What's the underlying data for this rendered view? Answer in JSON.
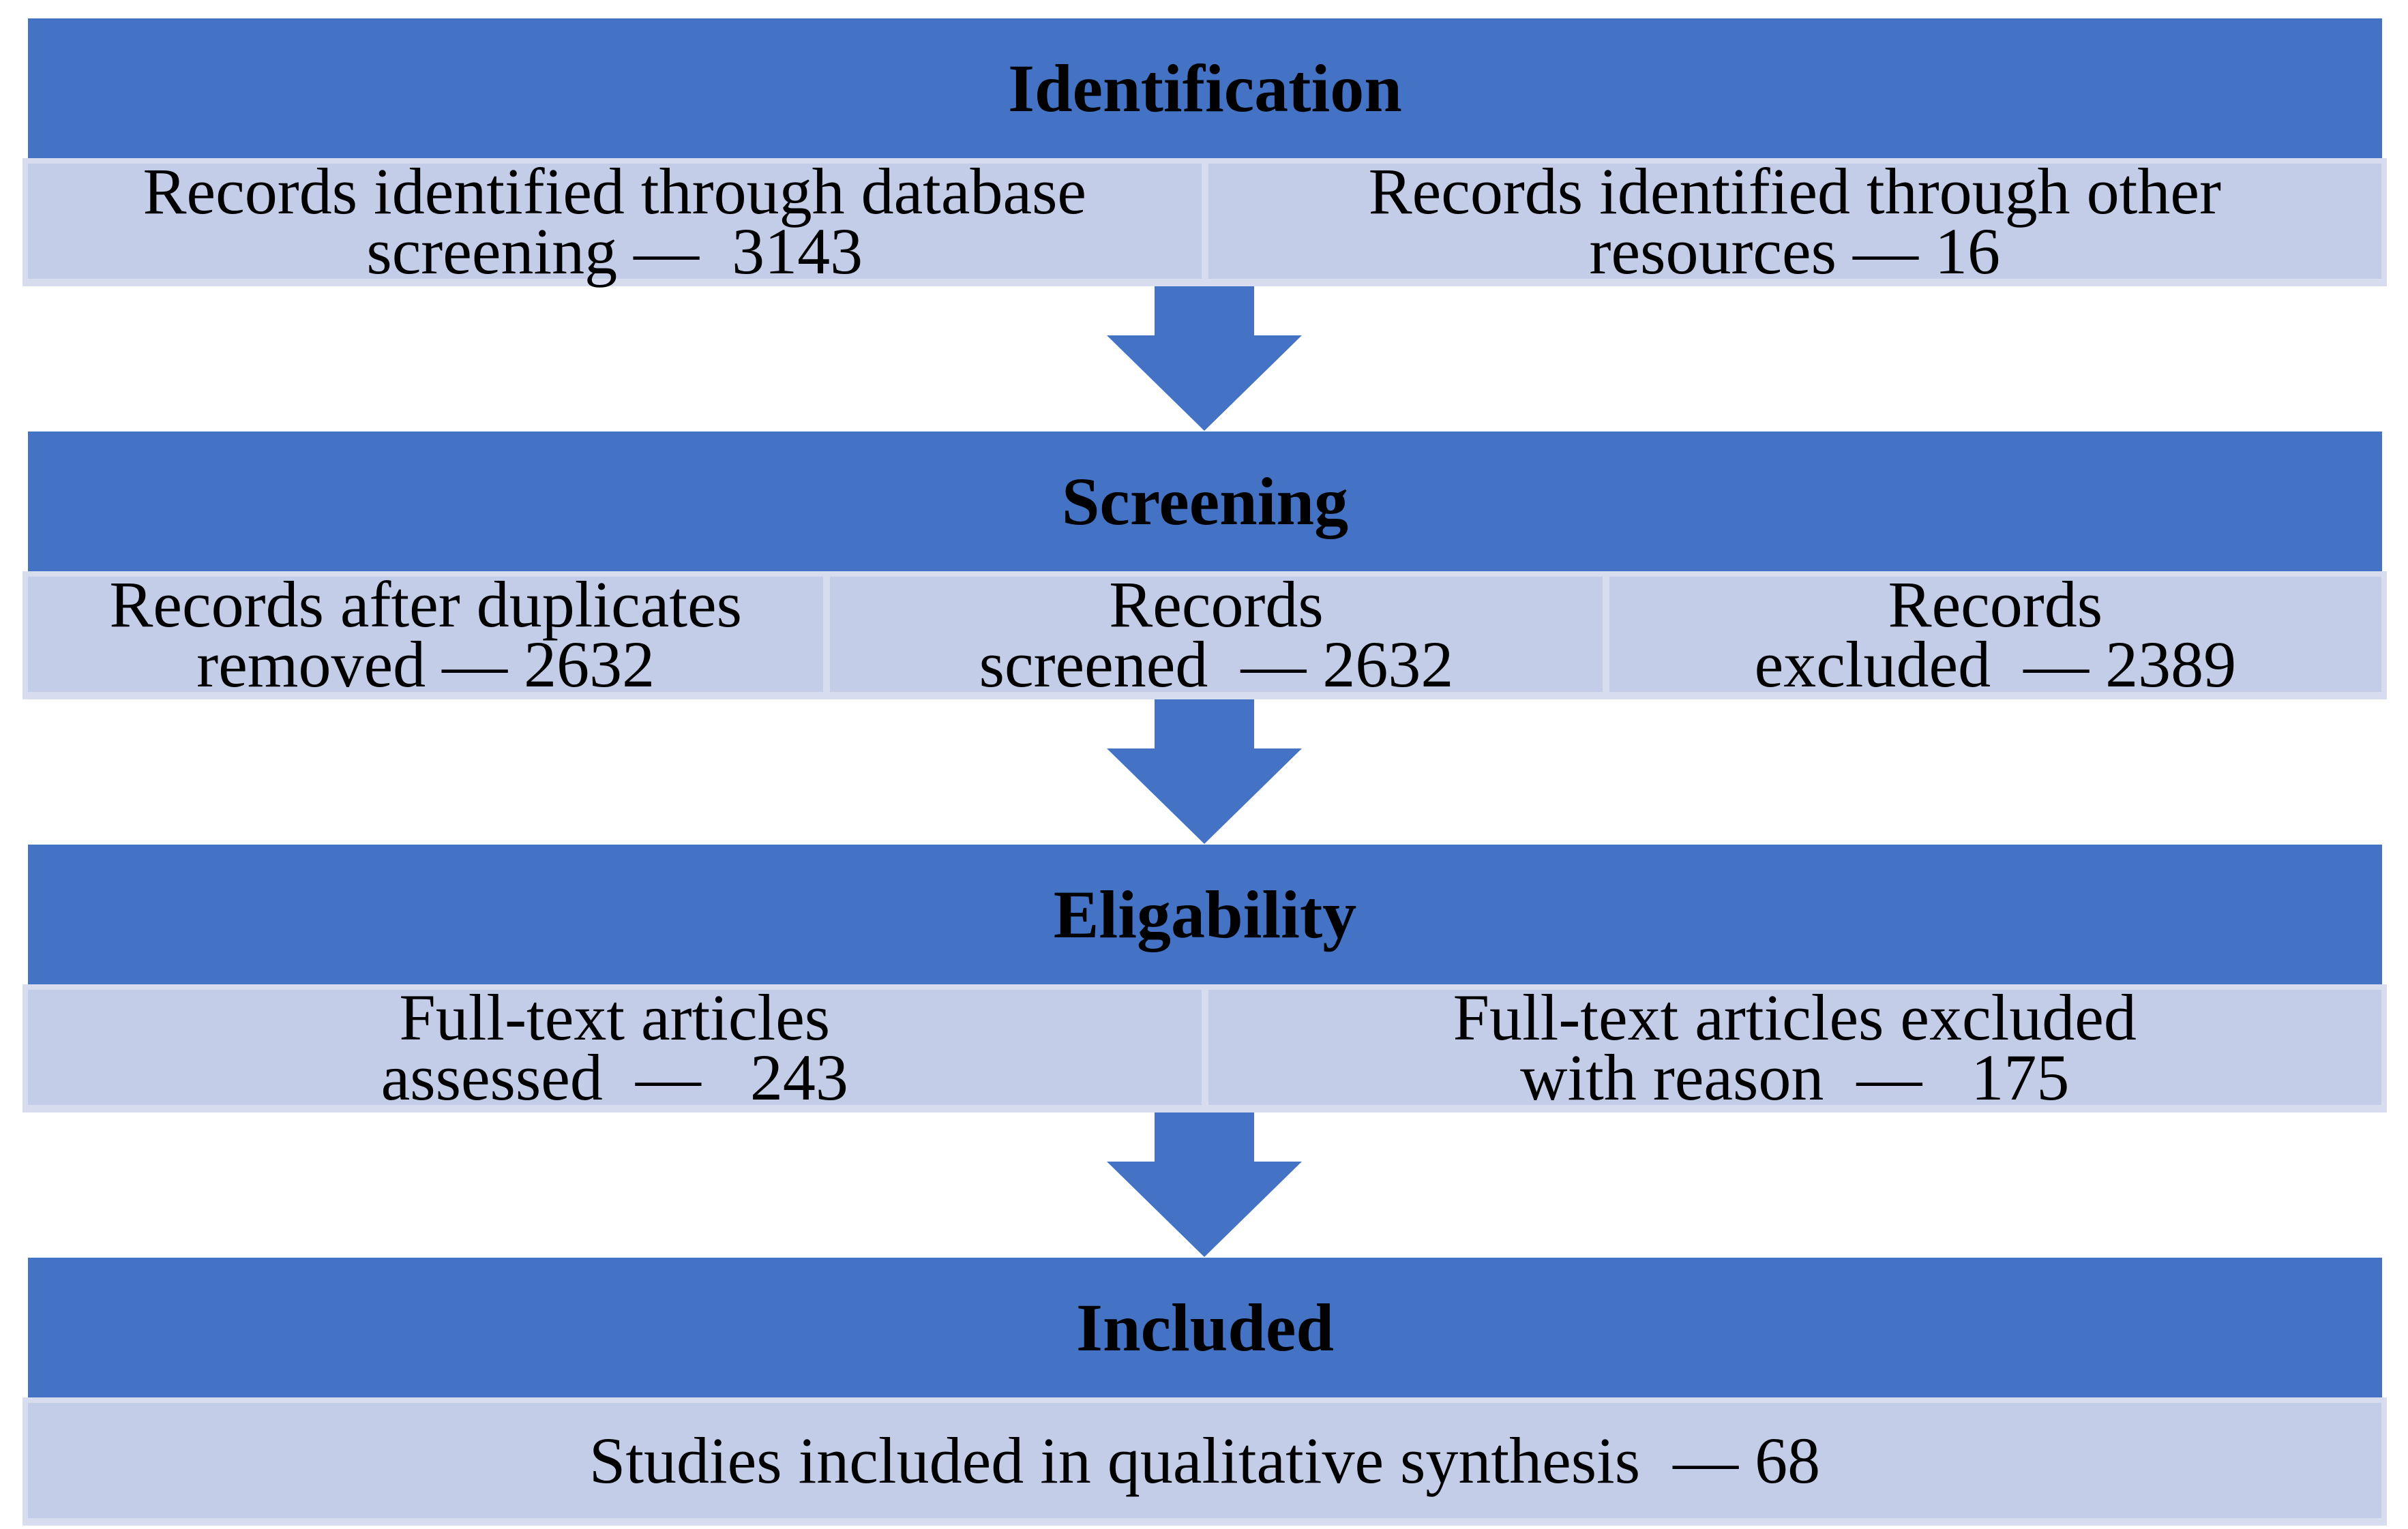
{
  "colors": {
    "header_blue": "#4473C5",
    "cell_fill": "#C4CDE8",
    "cell_border": "#D7DCEF",
    "arrow_blue": "#4473C5",
    "text": "#000000"
  },
  "stages": [
    {
      "title": "Identification",
      "cells": [
        {
          "lines": [
            "Records identified through database",
            "screening —  3143"
          ]
        },
        {
          "lines": [
            "Records identified through other",
            "resources — 16"
          ]
        }
      ]
    },
    {
      "title": "Screening",
      "cells": [
        {
          "lines": [
            "Records after duplicates",
            "removed — 2632"
          ]
        },
        {
          "lines": [
            "Records",
            "screened  — 2632"
          ]
        },
        {
          "lines": [
            "Records",
            "excluded  — 2389"
          ]
        }
      ]
    },
    {
      "title": "Eligability",
      "cells": [
        {
          "lines": [
            "Full-text articles",
            "assessed  —   243"
          ]
        },
        {
          "lines": [
            "Full-text articles excluded",
            "with reason  —   175"
          ]
        }
      ]
    },
    {
      "title": "Included",
      "cells": [
        {
          "lines": [
            "Studies included in qualitative synthesis  — 68"
          ]
        }
      ]
    }
  ]
}
